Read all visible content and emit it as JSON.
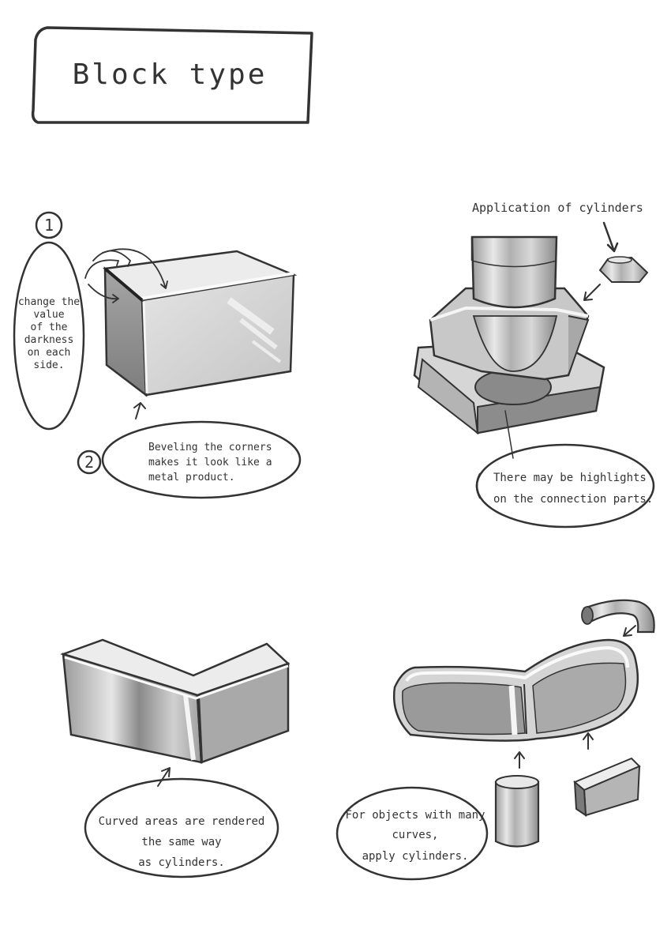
{
  "title": "Block type",
  "sections": {
    "box": {
      "num1": "1",
      "note1": [
        "change the",
        "value",
        "of the",
        "darkness",
        "on each",
        "side."
      ],
      "num2": "2",
      "note2": [
        "Beveling the corners",
        "makes it look like a",
        "metal product."
      ]
    },
    "cylinder_app": {
      "heading": "Application of cylinders",
      "note": [
        "There may be highlights",
        "on the connection parts."
      ]
    },
    "curved_block": {
      "note": [
        "Curved areas are rendered",
        "the same way",
        "as cylinders."
      ]
    },
    "many_curves": {
      "note": [
        "For objects with many",
        "curves,",
        "apply cylinders."
      ]
    }
  },
  "colors": {
    "ink": "#333333",
    "light_face": "#e6e6e6",
    "mid_face": "#bdbdbd",
    "dark_face": "#8f8f8f",
    "shadow": "#6e6e6e"
  }
}
